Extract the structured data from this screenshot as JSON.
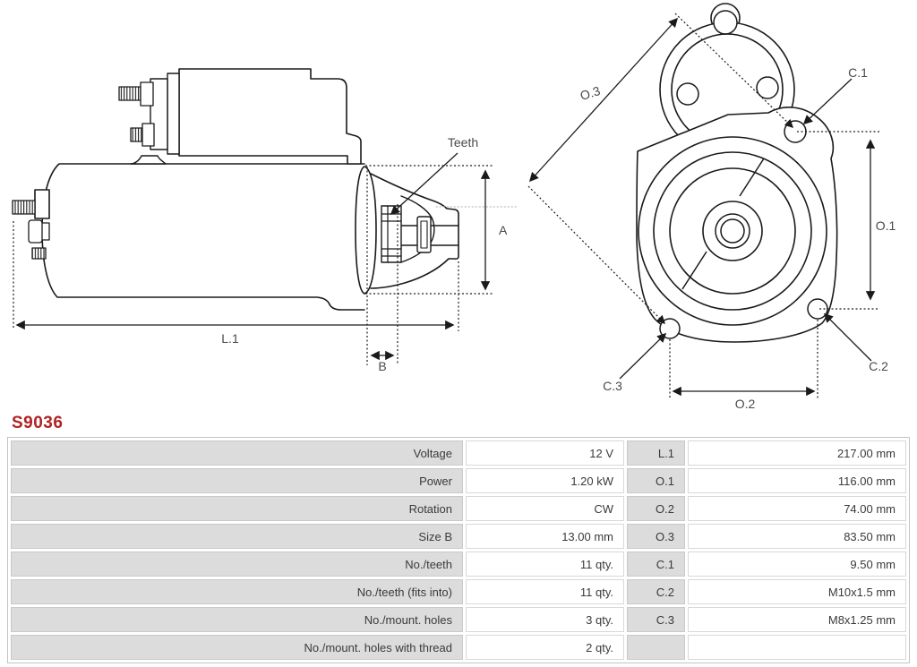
{
  "part_number": "S9036",
  "colors": {
    "accent_red": "#b22222",
    "line": "#1a1a1a",
    "cell_grey": "#dcdcdc"
  },
  "drawing": {
    "side_view": {
      "teeth_label": "Teeth",
      "dim_a": "A",
      "dim_b": "B",
      "dim_l1": "L.1"
    },
    "front_view": {
      "dim_o3": "O.3",
      "dim_c1": "C.1",
      "dim_o1": "O.1",
      "dim_c2": "C.2",
      "dim_c3": "C.3",
      "dim_o2": "O.2"
    }
  },
  "spec_table": {
    "rows": [
      {
        "label": "Voltage",
        "value": "12 V",
        "dim": "L.1",
        "dim_value": "217.00 mm"
      },
      {
        "label": "Power",
        "value": "1.20 kW",
        "dim": "O.1",
        "dim_value": "116.00 mm"
      },
      {
        "label": "Rotation",
        "value": "CW",
        "dim": "O.2",
        "dim_value": "74.00 mm"
      },
      {
        "label": "Size B",
        "value": "13.00 mm",
        "dim": "O.3",
        "dim_value": "83.50 mm"
      },
      {
        "label": "No./teeth",
        "value": "11 qty.",
        "dim": "C.1",
        "dim_value": "9.50 mm"
      },
      {
        "label": "No./teeth (fits into)",
        "value": "11 qty.",
        "dim": "C.2",
        "dim_value": "M10x1.5 mm"
      },
      {
        "label": "No./mount. holes",
        "value": "3 qty.",
        "dim": "C.3",
        "dim_value": "M8x1.25 mm"
      },
      {
        "label": "No./mount. holes with thread",
        "value": "2 qty.",
        "dim": "",
        "dim_value": ""
      }
    ]
  }
}
